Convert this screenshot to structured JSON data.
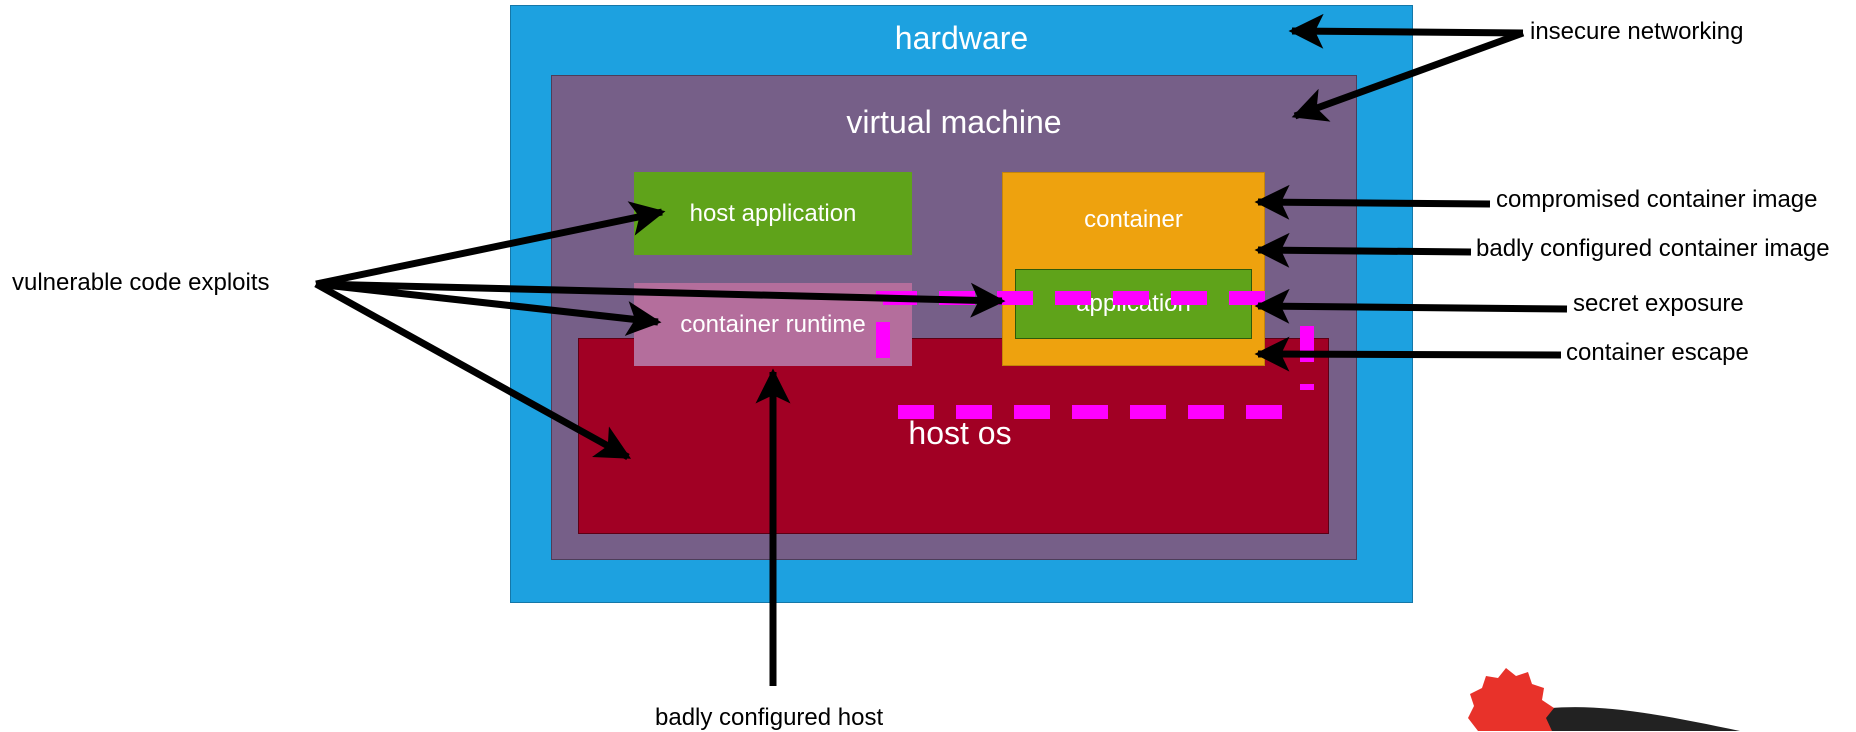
{
  "diagram": {
    "boxes": {
      "hardware": "hardware",
      "virtual_machine": "virtual machine",
      "host_application": "host application",
      "container": "container",
      "application": "application",
      "container_runtime": "container runtime",
      "host_os": "host os"
    },
    "annotations": {
      "insecure_networking": "insecure networking",
      "compromised_container_image": "compromised container image",
      "badly_configured_container_image": "badly configured container image",
      "secret_exposure": "secret exposure",
      "container_escape": "container escape",
      "vulnerable_code_exploits": "vulnerable code exploits",
      "badly_configured_host": "badly configured host"
    },
    "colors": {
      "hardware": "#1DA1E0",
      "virtual_machine": "#765F88",
      "host_application": "#5FA31A",
      "container": "#EEA20E",
      "application": "#5FA31A",
      "container_runtime": "#B46E9C",
      "host_os": "#A10024",
      "escape_path": "#FF00FF",
      "arrows": "#000000"
    }
  }
}
